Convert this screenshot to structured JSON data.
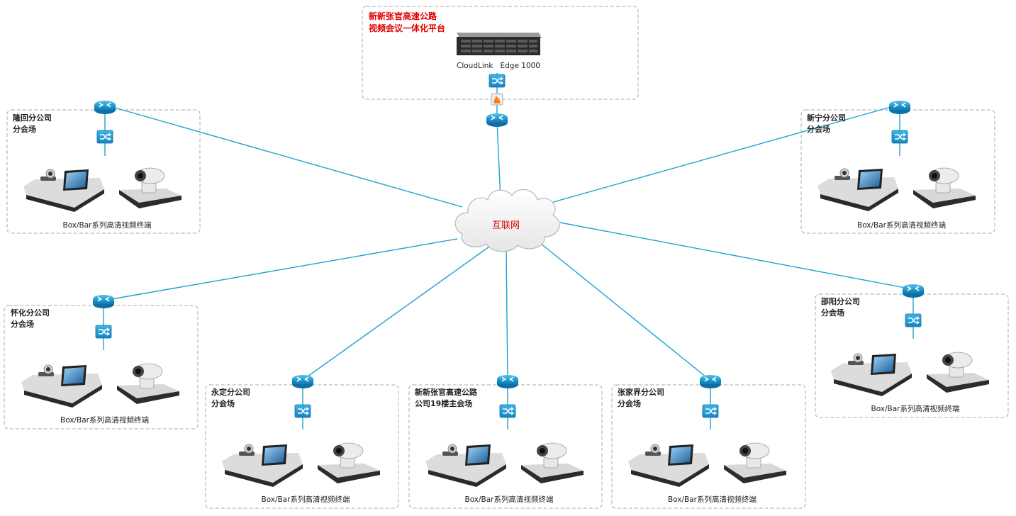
{
  "hq": {
    "title_line1": "新新张官高速公路",
    "title_line2": "视频会议一体化平台",
    "server_label": "CloudLink   Edge 1000"
  },
  "cloud": {
    "label": "互联网"
  },
  "sites": [
    {
      "id": "longhui",
      "line1": "隆回分公司",
      "line2": "分会场",
      "caption": "Box/Bar系列高清视频终端"
    },
    {
      "id": "xinning",
      "line1": "新宁分公司",
      "line2": "分会场",
      "caption": "Box/Bar系列高清视频终端"
    },
    {
      "id": "huaihua",
      "line1": "怀化分公司",
      "line2": "分会场",
      "caption": "Box/Bar系列高清视频终端"
    },
    {
      "id": "shaoyang",
      "line1": "邵阳分公司",
      "line2": "分会场",
      "caption": "Box/Bar系列高清视频终端"
    },
    {
      "id": "yongding",
      "line1": "永定分公司",
      "line2": "分会场",
      "caption": "Box/Bar系列高清视频终端"
    },
    {
      "id": "main",
      "line1": "新新张官高速公路",
      "line2": "公司19楼主会场",
      "caption": "Box/Bar系列高清视频终端"
    },
    {
      "id": "zhangjiajie",
      "line1": "张家界分公司",
      "line2": "分会场",
      "caption": "Box/Bar系列高清视频终端"
    }
  ],
  "colors": {
    "link": "#1ba3cf",
    "device": "#1b8fc8",
    "box_border": "#a9a9a9",
    "hq_title": "#e00000"
  },
  "icons": [
    "router-icon",
    "switch-icon",
    "firewall-icon",
    "server-icon",
    "video-terminal-icon",
    "ptz-camera-icon",
    "cloud-icon"
  ]
}
